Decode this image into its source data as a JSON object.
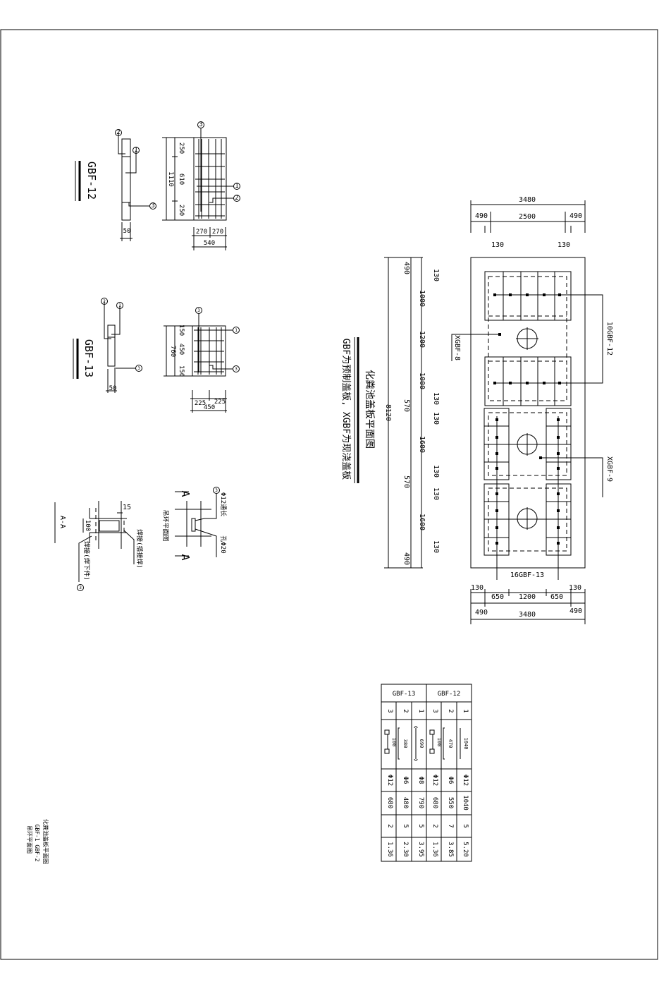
{
  "main_plan": {
    "title": "化粪池盖板平面图",
    "subtitle": "GBF为预制盖板, XGBF为现浇盖板",
    "labels": {
      "gbf12": "10GBF-12",
      "gbf13": "16GBF-13",
      "xgbf8": "XGBF-8",
      "xgbf9": "XGBF-9"
    },
    "top_dims": {
      "total": "3480",
      "left": "490",
      "mid": "2500",
      "right": "490",
      "inner_left": "130",
      "inner_right": "130"
    },
    "bottom_dims": {
      "l130": "130",
      "l650": "650",
      "mid": "1200",
      "r650": "650",
      "r130": "130",
      "l490": "490",
      "total": "3480",
      "r490": "490"
    },
    "left_dims": {
      "total": "8120",
      "outer": [
        "490",
        "570",
        "570",
        "490"
      ],
      "inner": [
        "130",
        "1000",
        "1200",
        "1000",
        "130",
        "130",
        "1600",
        "130",
        "130",
        "1600",
        "130"
      ]
    }
  },
  "gbf12_detail": {
    "title": "GBF-12",
    "dims": {
      "top": "250",
      "mid": "610",
      "bot": "250",
      "total": "1110",
      "w1": "270",
      "w2": "270",
      "wtotal": "540",
      "thick": "50"
    },
    "markers": [
      "2",
      "1",
      "3",
      "3",
      "1",
      "2"
    ]
  },
  "gbf13_detail": {
    "title": "GBF-13",
    "dims": {
      "top": "150",
      "mid": "450",
      "bot": "150",
      "total": "760",
      "w1": "225",
      "w2": "225",
      "wtotal": "450",
      "thick": "50"
    },
    "markers": [
      "2",
      "1",
      "3",
      "3",
      "1",
      "3"
    ]
  },
  "section": {
    "title": "A-A",
    "dim15": "15",
    "dim100": "100",
    "label_top": "焊接(搭接焊)",
    "label_bot": "焊接(焊下件)",
    "marker": "3"
  },
  "ring_detail": {
    "cut_a": "A",
    "rebar": "Φ12通长",
    "hole": "孔Φ20",
    "caption": "吊环平面图",
    "marker": "3"
  },
  "rebar_table": {
    "groups": [
      "GBF-13",
      "GBF-12"
    ],
    "columns": [
      "3",
      "2",
      "1",
      "3",
      "2",
      "1"
    ],
    "shape_dims": [
      "100",
      "380",
      "690",
      "100",
      "470",
      "1040"
    ],
    "diameter": [
      "Φ12",
      "Φ6",
      "Φ8",
      "Φ12",
      "Φ6",
      "Φ12"
    ],
    "length": [
      "680",
      "480",
      "790",
      "680",
      "550",
      "1040"
    ],
    "count": [
      "2",
      "5",
      "5",
      "2",
      "7",
      "5"
    ],
    "weight": [
      "1.36",
      "2.30",
      "3.95",
      "1.36",
      "3.85",
      "5.20"
    ]
  },
  "notes": {
    "line1": "化粪池盖板平面图",
    "line2": "GBF-1   GBF-2",
    "line3": "吊环平面图"
  }
}
